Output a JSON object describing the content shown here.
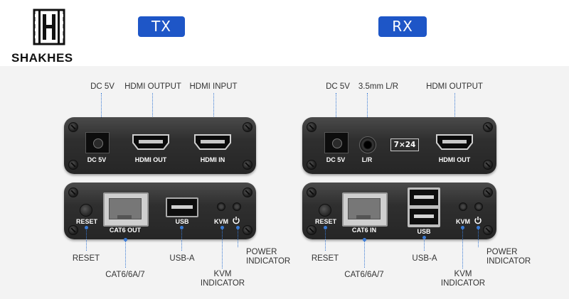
{
  "logo": {
    "text": "SHAKHES"
  },
  "units": [
    {
      "badge": "TX",
      "front": {
        "port_labels": {
          "dc": "DC 5V",
          "hdmi_out": "HDMI OUT",
          "hdmi_in": "HDMI IN"
        },
        "callouts": {
          "dc": "DC 5V",
          "hdmi_out": "HDMI OUTPUT",
          "hdmi_in": "HDMI INPUT"
        }
      },
      "back": {
        "port_labels": {
          "reset": "RESET",
          "cat": "CAT6 OUT",
          "usb": "USB",
          "kvm": "KVM"
        },
        "callouts": {
          "reset": "RESET",
          "cat": "CAT6/6A/7",
          "usb": "USB-A",
          "kvm_line1": "KVM",
          "kvm_line2": "INDICATOR",
          "power_line1": "POWER",
          "power_line2": "INDICATOR"
        }
      }
    },
    {
      "badge": "RX",
      "front": {
        "port_labels": {
          "dc": "DC 5V",
          "audio": "L/R",
          "tag": "7×24",
          "hdmi_out": "HDMI OUT"
        },
        "callouts": {
          "dc": "DC 5V",
          "audio": "3.5mm L/R",
          "hdmi_out": "HDMI OUTPUT"
        }
      },
      "back": {
        "port_labels": {
          "reset": "RESET",
          "cat": "CAT6 IN",
          "usb": "USB",
          "kvm": "KVM"
        },
        "callouts": {
          "reset": "RESET",
          "cat": "CAT6/6A/7",
          "usb": "USB-A",
          "kvm_line1": "KVM",
          "kvm_line2": "INDICATOR",
          "power_line1": "POWER",
          "power_line2": "INDICATOR"
        }
      }
    }
  ],
  "colors": {
    "badge": "#1e56c7",
    "callout_line": "#3a7bd5",
    "panel": "#2f2f2f",
    "text": "#333333"
  },
  "icons": {
    "logo": "film-strip-h-logo-icon",
    "power": "power-icon"
  }
}
